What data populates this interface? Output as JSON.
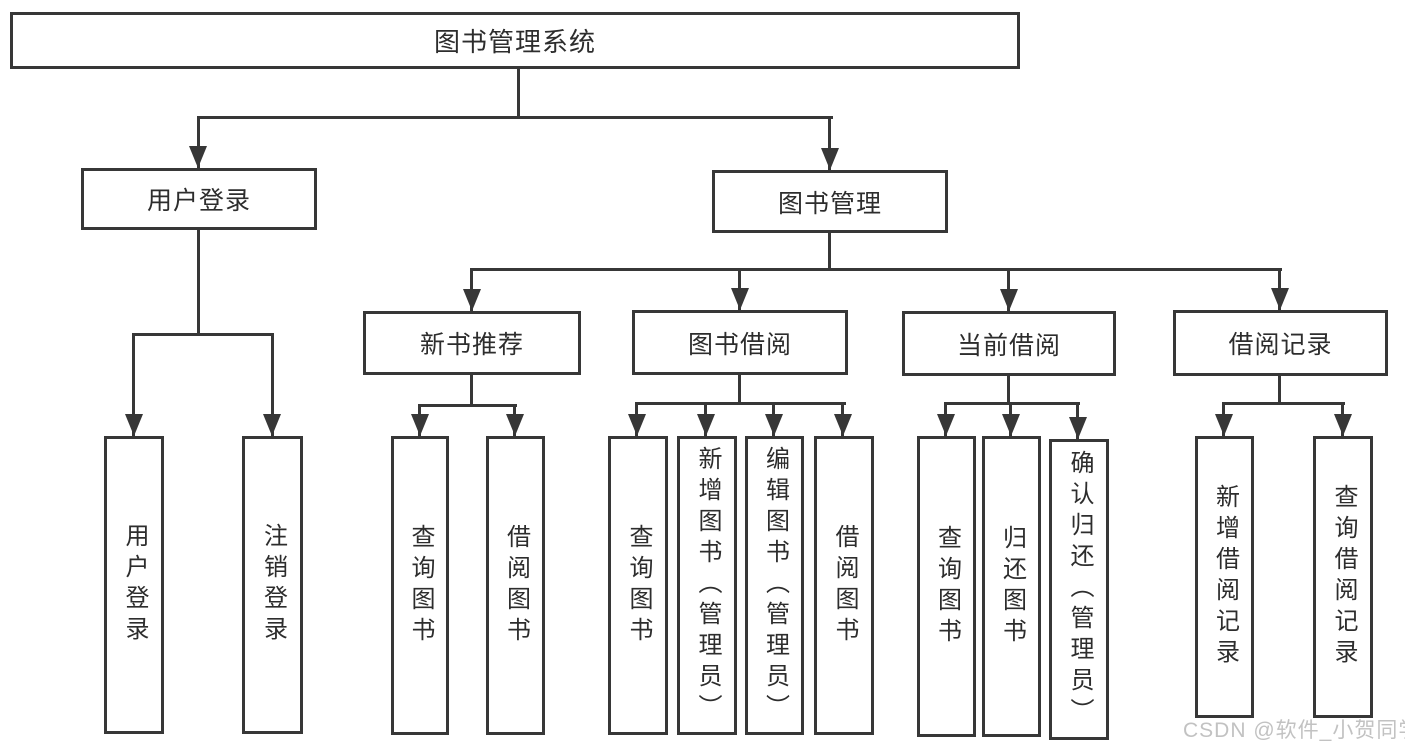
{
  "colors": {
    "line": "#373737",
    "text": "#2d2d2d",
    "background": "#ffffff",
    "watermark": "#c2c2c2"
  },
  "watermark": "CSDN @软件_小贺同学",
  "tree": {
    "root": {
      "label": "图书管理系统",
      "children": [
        {
          "label": "用户登录",
          "children": [
            {
              "label": "用户登录"
            },
            {
              "label": "注销登录"
            }
          ]
        },
        {
          "label": "图书管理",
          "children": [
            {
              "label": "新书推荐",
              "children": [
                {
                  "label": "查询图书"
                },
                {
                  "label": "借阅图书"
                }
              ]
            },
            {
              "label": "图书借阅",
              "children": [
                {
                  "label": "查询图书"
                },
                {
                  "label": "新增图书（管理员）"
                },
                {
                  "label": "编辑图书（管理员）"
                },
                {
                  "label": "借阅图书"
                }
              ]
            },
            {
              "label": "当前借阅",
              "children": [
                {
                  "label": "查询图书"
                },
                {
                  "label": "归还图书"
                },
                {
                  "label": "确认归还（管理员）"
                }
              ]
            },
            {
              "label": "借阅记录",
              "children": [
                {
                  "label": "新增借阅记录"
                },
                {
                  "label": "查询借阅记录"
                }
              ]
            }
          ]
        }
      ]
    }
  }
}
